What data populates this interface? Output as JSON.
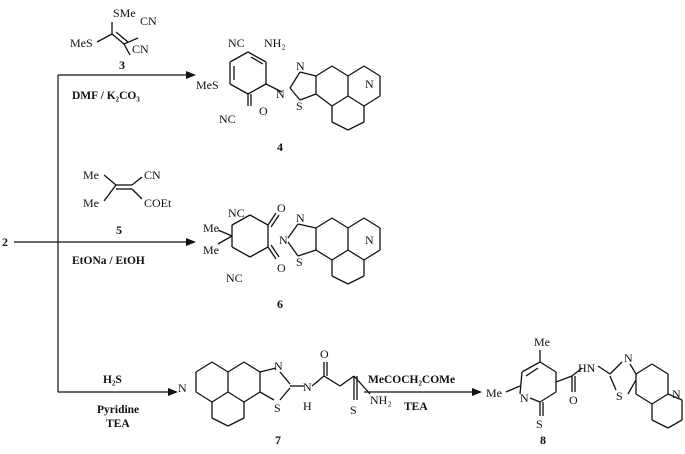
{
  "start_label": "2",
  "branches": [
    {
      "reagent_lines": [
        "SMe",
        "CN",
        "MeS",
        "CN"
      ],
      "reagent_number": "3",
      "conditions": "DMF / K₂CO₃",
      "product_number": "4",
      "product_atoms": [
        "NC",
        "NH₂",
        "MeS",
        "NC",
        "O",
        "N",
        "N",
        "S",
        "N"
      ]
    },
    {
      "reagent_lines": [
        "Me",
        "CN",
        "Me",
        "COEt"
      ],
      "reagent_number": "5",
      "conditions": "EtONa / EtOH",
      "product_number": "6",
      "product_atoms": [
        "NC",
        "O",
        "Me",
        "Me",
        "NC",
        "O",
        "N",
        "N",
        "S",
        "N"
      ]
    },
    {
      "conditions_top": "H₂S",
      "conditions_bottom": [
        "Pyridine",
        "TEA"
      ],
      "product_number": "7",
      "product_atoms": [
        "N",
        "N",
        "S",
        "O",
        "H",
        "N",
        "S",
        "NH₂"
      ]
    }
  ],
  "final_step": {
    "reagent": "MeCOCH₂COMe",
    "base": "TEA",
    "product_number": "8",
    "product_atoms": [
      "Me",
      "Me",
      "N",
      "S",
      "O",
      "HN",
      "N",
      "S",
      "N"
    ]
  }
}
